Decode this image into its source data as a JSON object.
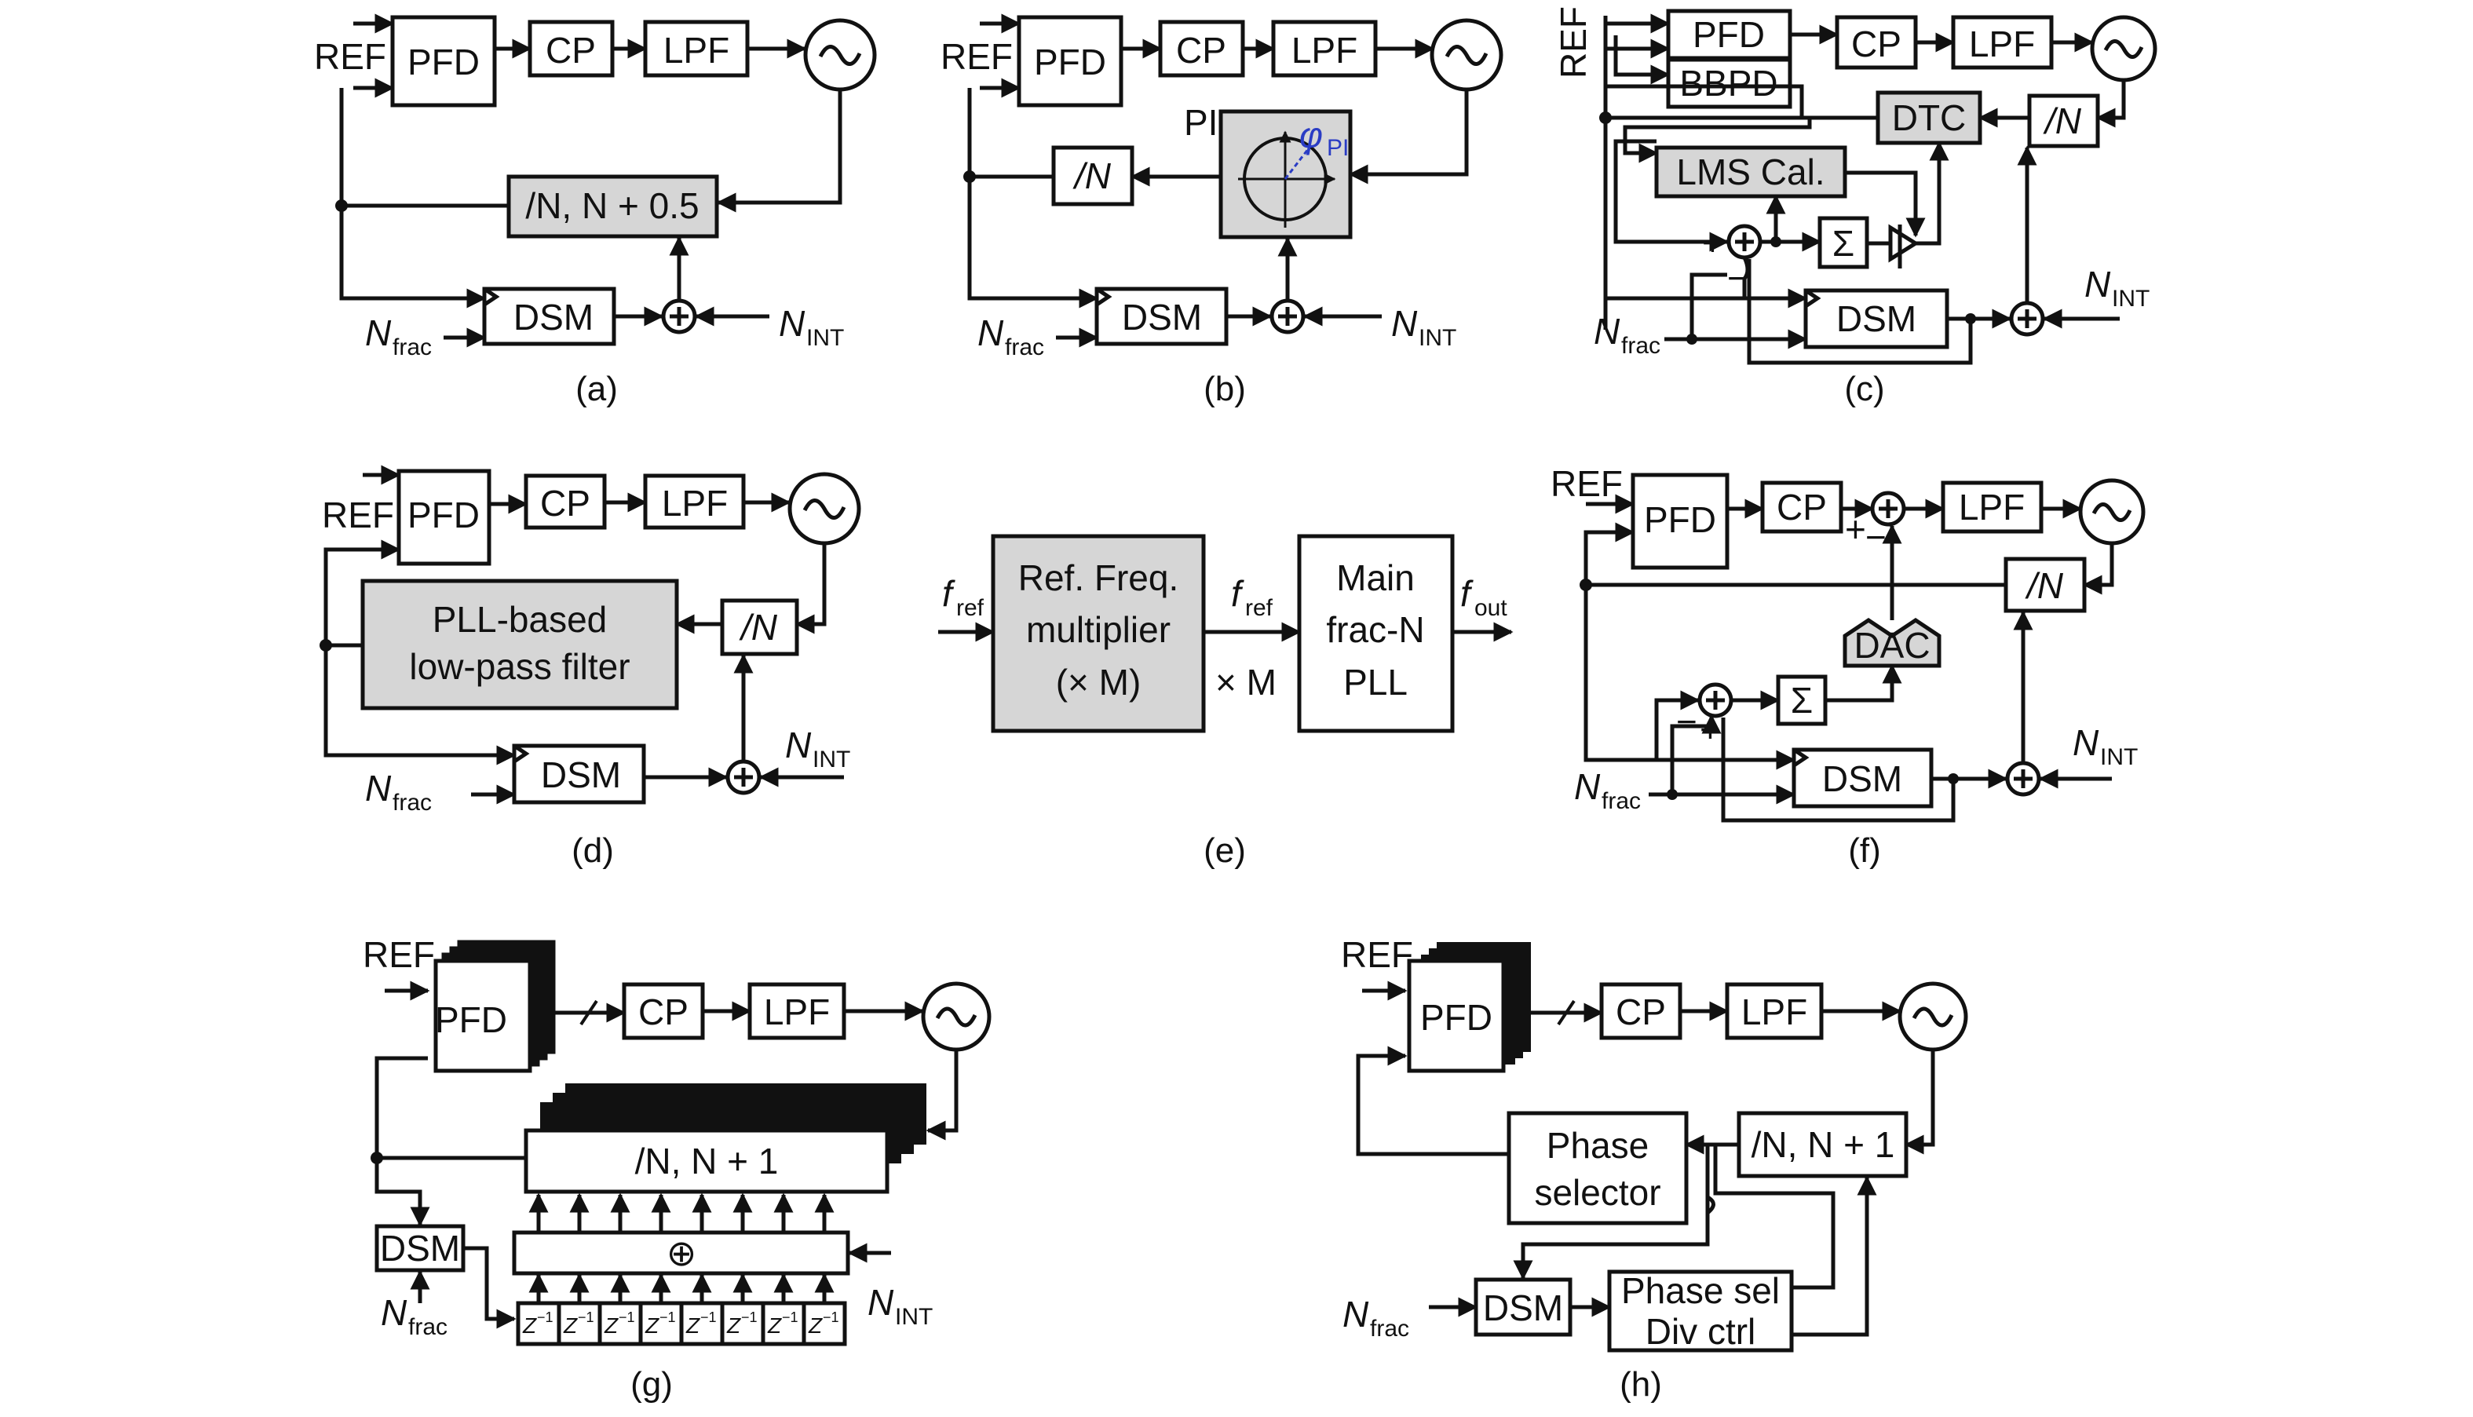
{
  "diagram": {
    "colors": {
      "stroke": "#111111",
      "shade": "#d6d6d6",
      "accent": "#2a3cc4"
    },
    "panels": {
      "a": {
        "caption": "(a)",
        "ref": "REF",
        "pfd": "PFD",
        "cp": "CP",
        "lpf": "LPF",
        "div": "/N, N + 0.5",
        "dsm": "DSM",
        "nfrac": "N",
        "nfrac_sub": "frac",
        "nint": "N",
        "nint_sub": "INT",
        "vco": "vco-symbol",
        "adder": "adder-symbol"
      },
      "b": {
        "caption": "(b)",
        "ref": "REF",
        "pfd": "PFD",
        "cp": "CP",
        "lpf": "LPF",
        "pi": "PI",
        "phi": "φ",
        "phi_sub": "PI",
        "div": "/N",
        "dsm": "DSM",
        "nfrac": "N",
        "nfrac_sub": "frac",
        "nint": "N",
        "nint_sub": "INT"
      },
      "c": {
        "caption": "(c)",
        "ref": "REF",
        "pfd": "PFD",
        "bbpd": "BBPD",
        "cp": "CP",
        "lpf": "LPF",
        "dtc": "DTC",
        "div": "/N",
        "lms": "LMS Cal.",
        "sigma": "Σ",
        "dsm": "DSM",
        "plus": "+",
        "minus": "−",
        "nfrac": "N",
        "nfrac_sub": "frac",
        "nint": "N",
        "nint_sub": "INT"
      },
      "d": {
        "caption": "(d)",
        "ref": "REF",
        "pfd": "PFD",
        "cp": "CP",
        "lpf": "LPF",
        "filter_line1": "PLL-based",
        "filter_line2": "low-pass filter",
        "div": "/N",
        "dsm": "DSM",
        "nfrac": "N",
        "nfrac_sub": "frac",
        "nint": "N",
        "nint_sub": "INT"
      },
      "e": {
        "caption": "(e)",
        "fref_in": "f",
        "fref_in_sub": "ref",
        "mult_line1": "Ref. Freq.",
        "mult_line2": "multiplier",
        "mult_line3": "(× M)",
        "fref_out": "f",
        "fref_out_sub": "ref",
        "times_m": "× M",
        "main_line1": "Main",
        "main_line2": "frac-N",
        "main_line3": "PLL",
        "fout": "f",
        "fout_sub": "out"
      },
      "f": {
        "caption": "(f)",
        "ref": "REF",
        "pfd": "PFD",
        "cp": "CP",
        "lpf": "LPF",
        "dac": "DAC",
        "div": "/N",
        "sigma": "Σ",
        "dsm": "DSM",
        "plus": "+",
        "minus": "−",
        "nfrac": "N",
        "nfrac_sub": "frac",
        "nint": "N",
        "nint_sub": "INT"
      },
      "g": {
        "caption": "(g)",
        "ref": "REF",
        "pfd": "PFD",
        "cp": "CP",
        "lpf": "LPF",
        "div": "/N, N + 1",
        "dsm": "DSM",
        "adder": "⊕",
        "z": "Z",
        "z_sup": "−1",
        "nfrac": "N",
        "nfrac_sub": "frac",
        "nint": "N",
        "nint_sub": "INT"
      },
      "h": {
        "caption": "(h)",
        "ref": "REF",
        "pfd": "PFD",
        "cp": "CP",
        "lpf": "LPF",
        "sel_line1": "Phase",
        "sel_line2": "selector",
        "div": "/N, N + 1",
        "dsm": "DSM",
        "ctrl_line1": "Phase sel",
        "ctrl_line2": "Div ctrl",
        "nfrac": "N",
        "nfrac_sub": "frac"
      }
    }
  }
}
